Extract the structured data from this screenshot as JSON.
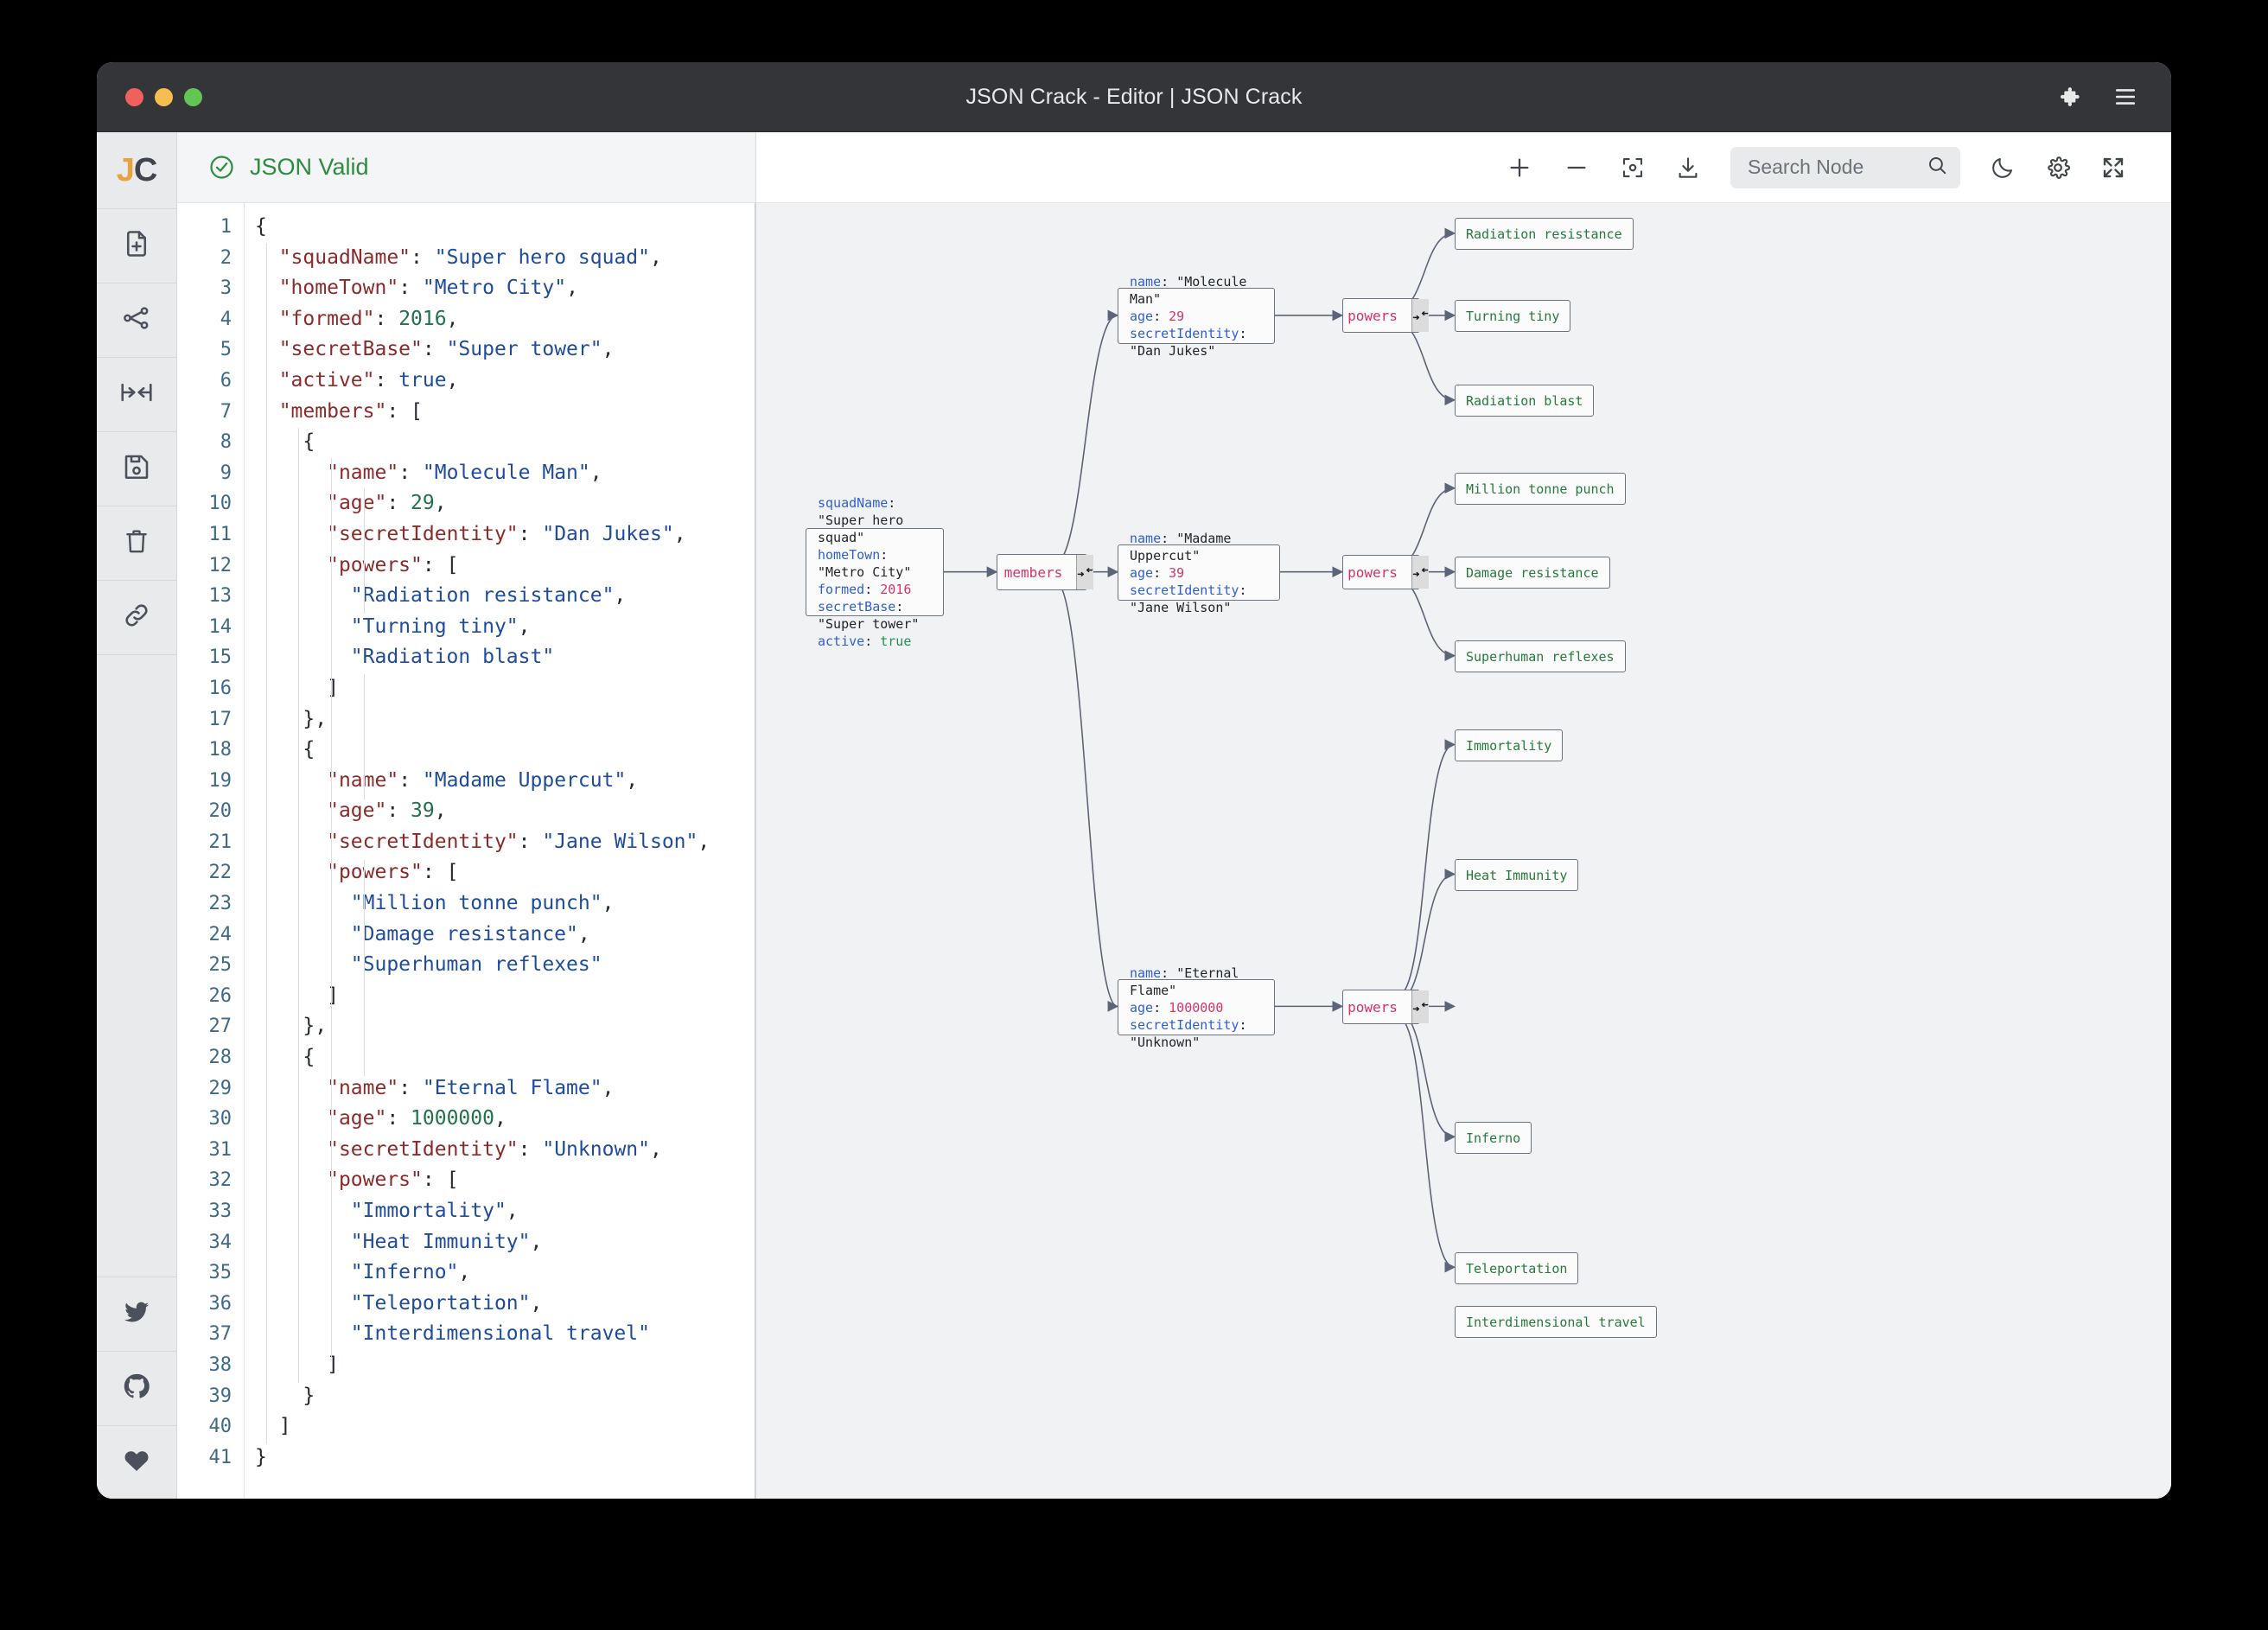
{
  "window": {
    "title": "JSON Crack - Editor | JSON Crack",
    "traffic": [
      "close",
      "minimize",
      "maximize"
    ],
    "puzzle_icon": "puzzle-icon",
    "menu_icon": "hamburger-menu-icon"
  },
  "rail": {
    "logo": {
      "j": "J",
      "c": "C"
    },
    "items": [
      {
        "name": "new-document-icon",
        "label": "New document"
      },
      {
        "name": "share-graph-icon",
        "label": "Share"
      },
      {
        "name": "collapse-arrows-icon",
        "label": "Collapse"
      },
      {
        "name": "save-icon",
        "label": "Save"
      },
      {
        "name": "delete-icon",
        "label": "Delete"
      },
      {
        "name": "link-icon",
        "label": "Link"
      }
    ],
    "bottom_items": [
      {
        "name": "twitter-icon",
        "label": "Twitter"
      },
      {
        "name": "github-icon",
        "label": "GitHub"
      },
      {
        "name": "heart-icon",
        "label": "Support"
      }
    ]
  },
  "editor": {
    "status": "JSON Valid",
    "status_color": "#2f8b3f",
    "status_icon": "check-circle-icon",
    "line_numbers": [
      1,
      2,
      3,
      4,
      5,
      6,
      7,
      8,
      9,
      10,
      11,
      12,
      13,
      14,
      15,
      16,
      17,
      18,
      19,
      20,
      21,
      22,
      23,
      24,
      25,
      26,
      27,
      28,
      29,
      30,
      31,
      32,
      33,
      34,
      35,
      36,
      37,
      38,
      39,
      40,
      41
    ],
    "lines": [
      [
        {
          "t": "{",
          "c": "p"
        }
      ],
      [
        {
          "t": "  ",
          "c": "p"
        },
        {
          "t": "\"squadName\"",
          "c": "k"
        },
        {
          "t": ": ",
          "c": "p"
        },
        {
          "t": "\"Super hero squad\"",
          "c": "s"
        },
        {
          "t": ",",
          "c": "p"
        }
      ],
      [
        {
          "t": "  ",
          "c": "p"
        },
        {
          "t": "\"homeTown\"",
          "c": "k"
        },
        {
          "t": ": ",
          "c": "p"
        },
        {
          "t": "\"Metro City\"",
          "c": "s"
        },
        {
          "t": ",",
          "c": "p"
        }
      ],
      [
        {
          "t": "  ",
          "c": "p"
        },
        {
          "t": "\"formed\"",
          "c": "k"
        },
        {
          "t": ": ",
          "c": "p"
        },
        {
          "t": "2016",
          "c": "n"
        },
        {
          "t": ",",
          "c": "p"
        }
      ],
      [
        {
          "t": "  ",
          "c": "p"
        },
        {
          "t": "\"secretBase\"",
          "c": "k"
        },
        {
          "t": ": ",
          "c": "p"
        },
        {
          "t": "\"Super tower\"",
          "c": "s"
        },
        {
          "t": ",",
          "c": "p"
        }
      ],
      [
        {
          "t": "  ",
          "c": "p"
        },
        {
          "t": "\"active\"",
          "c": "k"
        },
        {
          "t": ": ",
          "c": "p"
        },
        {
          "t": "true",
          "c": "b"
        },
        {
          "t": ",",
          "c": "p"
        }
      ],
      [
        {
          "t": "  ",
          "c": "p"
        },
        {
          "t": "\"members\"",
          "c": "k"
        },
        {
          "t": ": [",
          "c": "p"
        }
      ],
      [
        {
          "t": "    {",
          "c": "p"
        }
      ],
      [
        {
          "t": "      ",
          "c": "p"
        },
        {
          "t": "\"name\"",
          "c": "k"
        },
        {
          "t": ": ",
          "c": "p"
        },
        {
          "t": "\"Molecule Man\"",
          "c": "s"
        },
        {
          "t": ",",
          "c": "p"
        }
      ],
      [
        {
          "t": "      ",
          "c": "p"
        },
        {
          "t": "\"age\"",
          "c": "k"
        },
        {
          "t": ": ",
          "c": "p"
        },
        {
          "t": "29",
          "c": "n"
        },
        {
          "t": ",",
          "c": "p"
        }
      ],
      [
        {
          "t": "      ",
          "c": "p"
        },
        {
          "t": "\"secretIdentity\"",
          "c": "k"
        },
        {
          "t": ": ",
          "c": "p"
        },
        {
          "t": "\"Dan Jukes\"",
          "c": "s"
        },
        {
          "t": ",",
          "c": "p"
        }
      ],
      [
        {
          "t": "      ",
          "c": "p"
        },
        {
          "t": "\"powers\"",
          "c": "k"
        },
        {
          "t": ": [",
          "c": "p"
        }
      ],
      [
        {
          "t": "        ",
          "c": "p"
        },
        {
          "t": "\"Radiation resistance\"",
          "c": "s"
        },
        {
          "t": ",",
          "c": "p"
        }
      ],
      [
        {
          "t": "        ",
          "c": "p"
        },
        {
          "t": "\"Turning tiny\"",
          "c": "s"
        },
        {
          "t": ",",
          "c": "p"
        }
      ],
      [
        {
          "t": "        ",
          "c": "p"
        },
        {
          "t": "\"Radiation blast\"",
          "c": "s"
        }
      ],
      [
        {
          "t": "      ]",
          "c": "p"
        }
      ],
      [
        {
          "t": "    },",
          "c": "p"
        }
      ],
      [
        {
          "t": "    {",
          "c": "p"
        }
      ],
      [
        {
          "t": "      ",
          "c": "p"
        },
        {
          "t": "\"name\"",
          "c": "k"
        },
        {
          "t": ": ",
          "c": "p"
        },
        {
          "t": "\"Madame Uppercut\"",
          "c": "s"
        },
        {
          "t": ",",
          "c": "p"
        }
      ],
      [
        {
          "t": "      ",
          "c": "p"
        },
        {
          "t": "\"age\"",
          "c": "k"
        },
        {
          "t": ": ",
          "c": "p"
        },
        {
          "t": "39",
          "c": "n"
        },
        {
          "t": ",",
          "c": "p"
        }
      ],
      [
        {
          "t": "      ",
          "c": "p"
        },
        {
          "t": "\"secretIdentity\"",
          "c": "k"
        },
        {
          "t": ": ",
          "c": "p"
        },
        {
          "t": "\"Jane Wilson\"",
          "c": "s"
        },
        {
          "t": ",",
          "c": "p"
        }
      ],
      [
        {
          "t": "      ",
          "c": "p"
        },
        {
          "t": "\"powers\"",
          "c": "k"
        },
        {
          "t": ": [",
          "c": "p"
        }
      ],
      [
        {
          "t": "        ",
          "c": "p"
        },
        {
          "t": "\"Million tonne punch\"",
          "c": "s"
        },
        {
          "t": ",",
          "c": "p"
        }
      ],
      [
        {
          "t": "        ",
          "c": "p"
        },
        {
          "t": "\"Damage resistance\"",
          "c": "s"
        },
        {
          "t": ",",
          "c": "p"
        }
      ],
      [
        {
          "t": "        ",
          "c": "p"
        },
        {
          "t": "\"Superhuman reflexes\"",
          "c": "s"
        }
      ],
      [
        {
          "t": "      ]",
          "c": "p"
        }
      ],
      [
        {
          "t": "    },",
          "c": "p"
        }
      ],
      [
        {
          "t": "    {",
          "c": "p"
        }
      ],
      [
        {
          "t": "      ",
          "c": "p"
        },
        {
          "t": "\"name\"",
          "c": "k"
        },
        {
          "t": ": ",
          "c": "p"
        },
        {
          "t": "\"Eternal Flame\"",
          "c": "s"
        },
        {
          "t": ",",
          "c": "p"
        }
      ],
      [
        {
          "t": "      ",
          "c": "p"
        },
        {
          "t": "\"age\"",
          "c": "k"
        },
        {
          "t": ": ",
          "c": "p"
        },
        {
          "t": "1000000",
          "c": "n"
        },
        {
          "t": ",",
          "c": "p"
        }
      ],
      [
        {
          "t": "      ",
          "c": "p"
        },
        {
          "t": "\"secretIdentity\"",
          "c": "k"
        },
        {
          "t": ": ",
          "c": "p"
        },
        {
          "t": "\"Unknown\"",
          "c": "s"
        },
        {
          "t": ",",
          "c": "p"
        }
      ],
      [
        {
          "t": "      ",
          "c": "p"
        },
        {
          "t": "\"powers\"",
          "c": "k"
        },
        {
          "t": ": [",
          "c": "p"
        }
      ],
      [
        {
          "t": "        ",
          "c": "p"
        },
        {
          "t": "\"Immortality\"",
          "c": "s"
        },
        {
          "t": ",",
          "c": "p"
        }
      ],
      [
        {
          "t": "        ",
          "c": "p"
        },
        {
          "t": "\"Heat Immunity\"",
          "c": "s"
        },
        {
          "t": ",",
          "c": "p"
        }
      ],
      [
        {
          "t": "        ",
          "c": "p"
        },
        {
          "t": "\"Inferno\"",
          "c": "s"
        },
        {
          "t": ",",
          "c": "p"
        }
      ],
      [
        {
          "t": "        ",
          "c": "p"
        },
        {
          "t": "\"Teleportation\"",
          "c": "s"
        },
        {
          "t": ",",
          "c": "p"
        }
      ],
      [
        {
          "t": "        ",
          "c": "p"
        },
        {
          "t": "\"Interdimensional travel\"",
          "c": "s"
        }
      ],
      [
        {
          "t": "      ]",
          "c": "p"
        }
      ],
      [
        {
          "t": "    }",
          "c": "p"
        }
      ],
      [
        {
          "t": "  ]",
          "c": "p"
        }
      ],
      [
        {
          "t": "}",
          "c": "p"
        }
      ]
    ]
  },
  "toolbar": {
    "zoom_in": "plus-icon",
    "zoom_out": "minus-icon",
    "center": "focus-center-icon",
    "download": "download-icon",
    "search_placeholder": "Search Node",
    "search_value": "",
    "search_icon": "search-icon",
    "theme": "moon-icon",
    "settings": "gear-icon",
    "fullscreen": "fullscreen-icon"
  },
  "graph": {
    "nodes": {
      "root": {
        "rows": [
          {
            "key": "squadName",
            "sep": ": ",
            "value": "\"Super hero squad\"",
            "vtype": "gs"
          },
          {
            "key": "homeTown",
            "sep": ": ",
            "value": "\"Metro City\"",
            "vtype": "gs"
          },
          {
            "key": "formed",
            "sep": ": ",
            "value": "2016",
            "vtype": "gn"
          },
          {
            "key": "secretBase",
            "sep": ": ",
            "value": "\"Super tower\"",
            "vtype": "gs"
          },
          {
            "key": "active",
            "sep": ": ",
            "value": "true",
            "vtype": "gb"
          }
        ]
      },
      "members": {
        "label": "members",
        "toggle_icon": "collapse-toggle-icon"
      },
      "member1": {
        "rows": [
          {
            "key": "name",
            "sep": ": ",
            "value": "\"Molecule Man\"",
            "vtype": "gs"
          },
          {
            "key": "age",
            "sep": ": ",
            "value": "29",
            "vtype": "gn"
          },
          {
            "key": "secretIdentity",
            "sep": ": ",
            "value": "\"Dan Jukes\"",
            "vtype": "gs"
          }
        ]
      },
      "member2": {
        "rows": [
          {
            "key": "name",
            "sep": ": ",
            "value": "\"Madame Uppercut\"",
            "vtype": "gs"
          },
          {
            "key": "age",
            "sep": ": ",
            "value": "39",
            "vtype": "gn"
          },
          {
            "key": "secretIdentity",
            "sep": ": ",
            "value": "\"Jane Wilson\"",
            "vtype": "gs"
          }
        ]
      },
      "member3": {
        "rows": [
          {
            "key": "name",
            "sep": ": ",
            "value": "\"Eternal Flame\"",
            "vtype": "gs"
          },
          {
            "key": "age",
            "sep": ": ",
            "value": "1000000",
            "vtype": "gn"
          },
          {
            "key": "secretIdentity",
            "sep": ": ",
            "value": "\"Unknown\"",
            "vtype": "gs"
          }
        ]
      },
      "powers1": {
        "label": "powers",
        "toggle_icon": "collapse-toggle-icon"
      },
      "powers2": {
        "label": "powers",
        "toggle_icon": "collapse-toggle-icon"
      },
      "powers3": {
        "label": "powers",
        "toggle_icon": "collapse-toggle-icon"
      },
      "leaves": {
        "p1": [
          "Radiation resistance",
          "Turning tiny",
          "Radiation blast"
        ],
        "p2": [
          "Million tonne punch",
          "Damage resistance",
          "Superhuman reflexes"
        ],
        "p3": [
          "Immortality",
          "Heat Immunity",
          "Inferno",
          "Teleportation",
          "Interdimensional travel"
        ]
      }
    }
  }
}
